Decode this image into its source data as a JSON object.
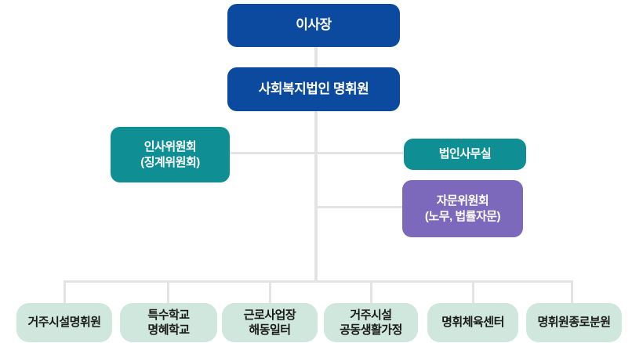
{
  "org_chart": {
    "type": "organization-diagram",
    "root": {
      "label": "이사장"
    },
    "corporation": {
      "label": "사회복지법인 명휘원"
    },
    "personnel_committee": {
      "label": "인사위원회\n(징계위원회)"
    },
    "corporate_office": {
      "label": "법인사무실"
    },
    "advisory_committee": {
      "label": "자문위원회\n(노무, 법률자문)"
    },
    "facilities": [
      {
        "label": "거주시설명휘원"
      },
      {
        "label": "특수학교\n명혜학교"
      },
      {
        "label": "근로사업장\n해동일터"
      },
      {
        "label": "거주시설\n공동생활가정"
      },
      {
        "label": "명휘체육센터"
      },
      {
        "label": "명휘원종로분원"
      }
    ],
    "colors": {
      "primary_blue": "#0b4a9e",
      "teal": "#0f8f94",
      "purple": "#7c69bb",
      "mint": "#cfe7dd",
      "connector_gray": "#e3e3e3",
      "text_light": "#ffffff",
      "text_dark": "#1a1a1a"
    }
  }
}
